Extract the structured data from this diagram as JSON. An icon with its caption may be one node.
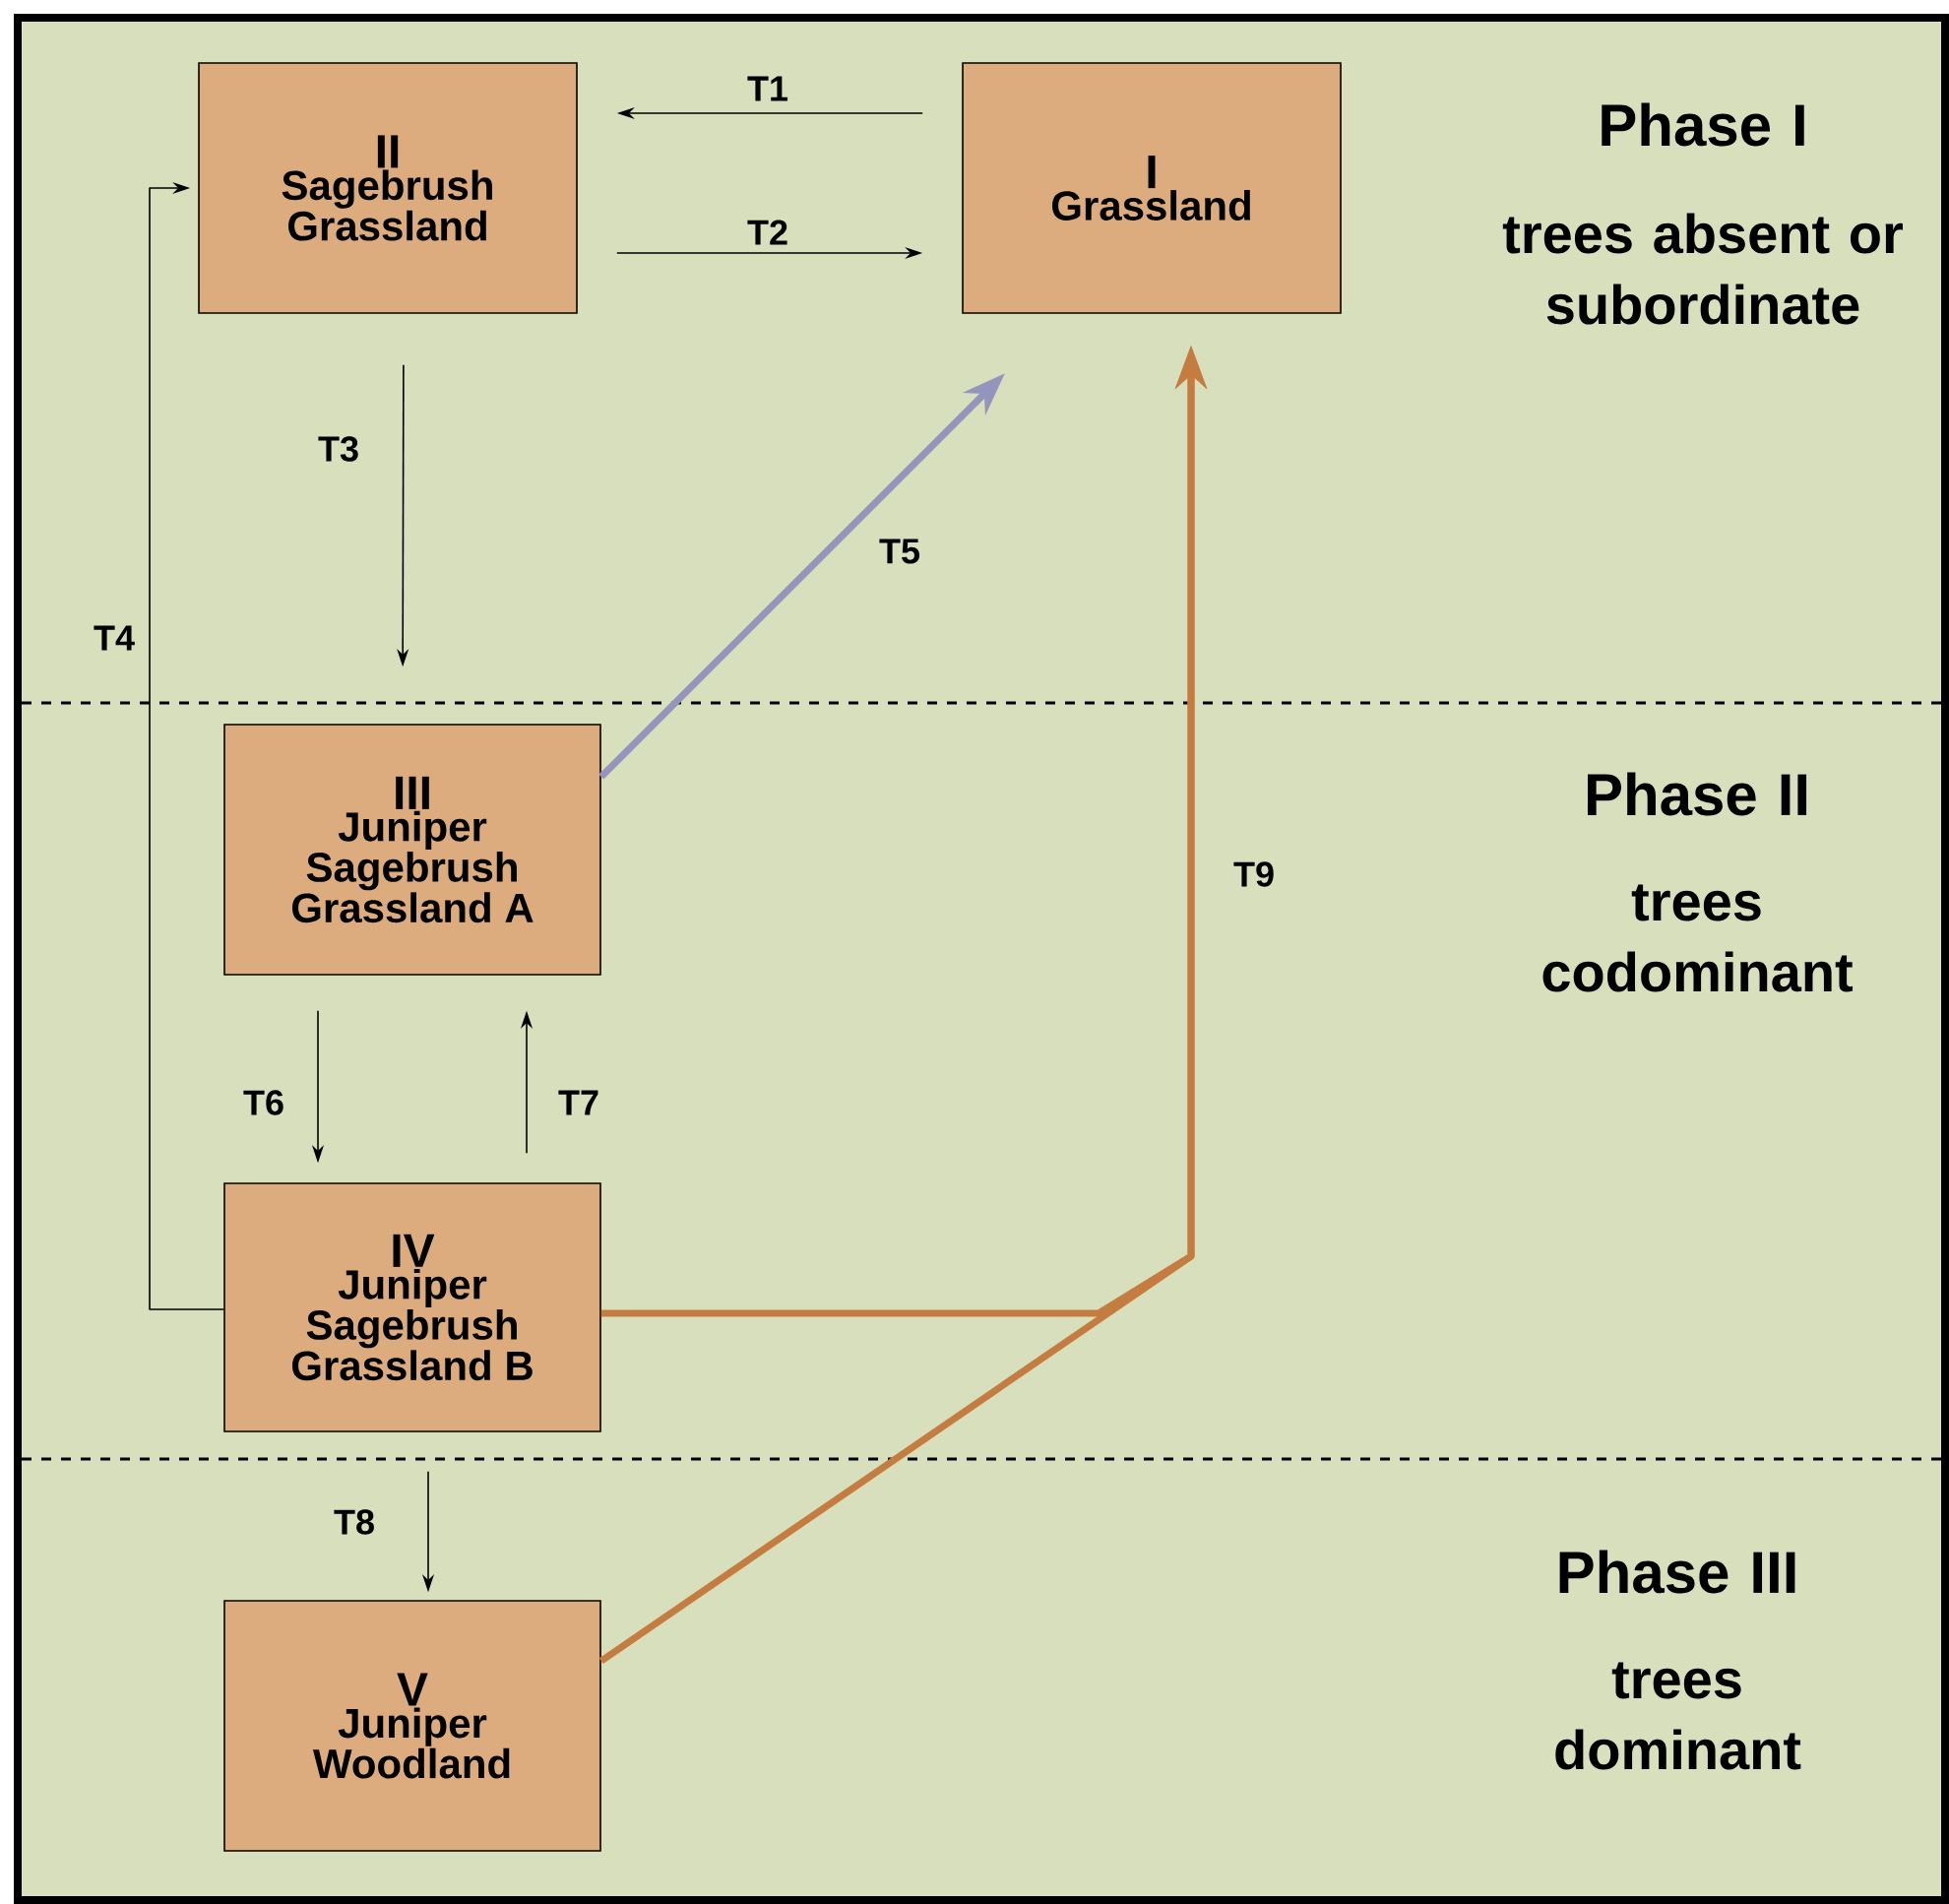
{
  "diagram": {
    "nodes": [
      {
        "text": [
          "II",
          "Sagebrush Grassland"
        ]
      },
      {
        "text": [
          "I",
          "Grassland"
        ]
      },
      {
        "text": [
          "III",
          "Juniper Sagebrush Grassland A"
        ]
      },
      {
        "text": [
          "IV",
          "Juniper Sagebrush Grassland B"
        ]
      },
      {
        "text": [
          "V",
          "Juniper Woodland"
        ]
      }
    ],
    "edges": [
      {
        "from": 1,
        "to": 0,
        "arrow": "to",
        "label": "T1"
      },
      {
        "from": 0,
        "to": 1,
        "arrow": "to",
        "label": "T2"
      },
      {
        "from": 0,
        "to": 2,
        "arrow": "to",
        "label": "T3"
      },
      {
        "from": 3,
        "to": 0,
        "arrow": "to",
        "label": "T4"
      },
      {
        "from": 2,
        "to": 1,
        "arrow": "to",
        "label": "T5",
        "color": "#9494bc",
        "style": "thick"
      },
      {
        "from": 2,
        "to": 3,
        "arrow": "to",
        "label": "T6"
      },
      {
        "from": 3,
        "to": 2,
        "arrow": "to",
        "label": "T7"
      },
      {
        "from": 3,
        "to": 4,
        "arrow": "to",
        "label": "T8"
      },
      {
        "from": 3,
        "to": 1,
        "arrow": "to",
        "label": "T9",
        "color": "#c47c40",
        "style": "thick"
      },
      {
        "from": 4,
        "to": 1,
        "arrow": "to",
        "color": "#c47c40",
        "style": "thick"
      }
    ],
    "labels": [
      "Phase I",
      "trees absent or subordinate",
      "Phase II",
      "trees codominant",
      "Phase III",
      "trees dominant"
    ]
  }
}
